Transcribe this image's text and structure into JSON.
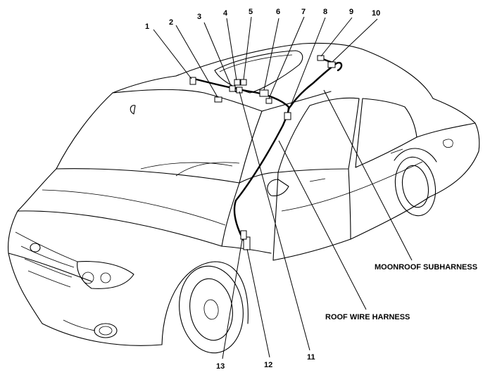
{
  "callouts": [
    {
      "n": "1"
    },
    {
      "n": "2"
    },
    {
      "n": "3"
    },
    {
      "n": "4"
    },
    {
      "n": "5"
    },
    {
      "n": "6"
    },
    {
      "n": "7"
    },
    {
      "n": "8"
    },
    {
      "n": "9"
    },
    {
      "n": "10"
    },
    {
      "n": "11"
    },
    {
      "n": "12"
    },
    {
      "n": "13"
    }
  ],
  "labels": {
    "moonroof": "MOONROOF SUBHARNESS",
    "roof": "ROOF WIRE HARNESS"
  }
}
